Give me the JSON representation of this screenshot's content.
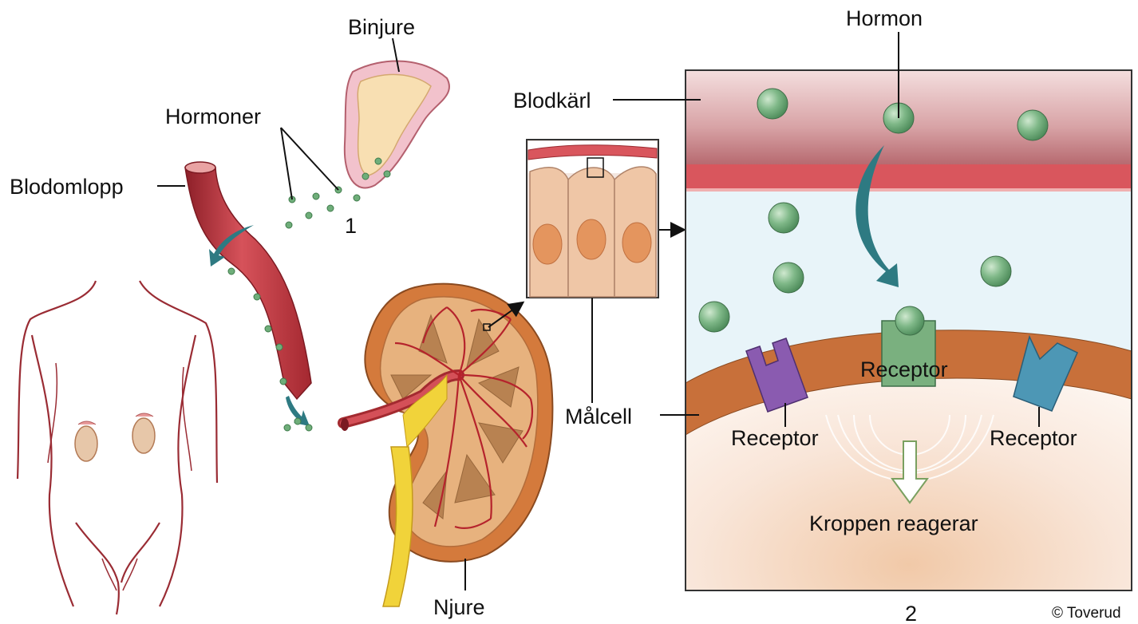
{
  "labels": {
    "binjure": "Binjure",
    "hormoner": "Hormoner",
    "blodomlopp": "Blodomlopp",
    "num1": "1",
    "blodkarl": "Blodkärl",
    "malcell": "Målcell",
    "njure": "Njure",
    "hormon": "Hormon",
    "receptor_left": "Receptor",
    "receptor_mid": "Receptor",
    "receptor_right": "Receptor",
    "kroppen": "Kroppen reagerar",
    "num2": "2",
    "copyright": "© Toverud"
  },
  "colors": {
    "vessel": "#c0323c",
    "vessel_light": "#e6a9a6",
    "hormone": "#6fae7a",
    "kidney_outer": "#d47a3c",
    "cell_membrane": "#c8703a",
    "receptor_purple": "#8a5bb0",
    "receptor_green": "#7ab07f",
    "receptor_blue": "#4d97b5",
    "arrow_teal": "#2e7a82"
  }
}
